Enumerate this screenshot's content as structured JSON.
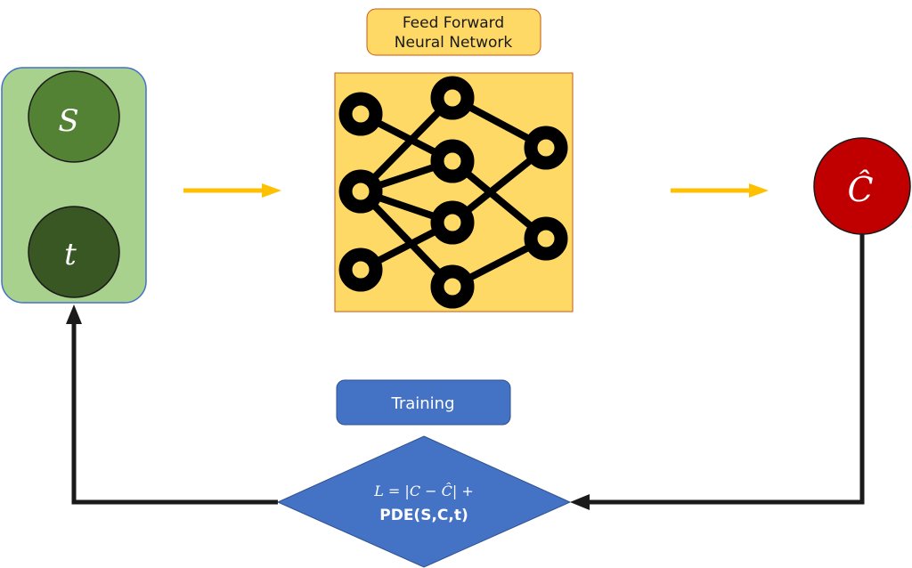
{
  "diagram": {
    "inputs": {
      "s_label": "S",
      "t_label": "t"
    },
    "network": {
      "title_line1": "Feed Forward",
      "title_line2": "Neural Network"
    },
    "output": {
      "label": "Ĉ"
    },
    "training": {
      "label": "Training"
    },
    "loss": {
      "formula_line1": "L = |C − Ĉ| +",
      "formula_line2": "PDE(S,C,t)"
    },
    "colors": {
      "input_box": "#a9d18e",
      "input_s": "#548235",
      "input_t": "#385723",
      "network_bg": "#ffd966",
      "output": "#c00000",
      "training": "#4472c4",
      "arrow_forward": "#ffc000",
      "arrow_feedback": "#000000"
    }
  }
}
